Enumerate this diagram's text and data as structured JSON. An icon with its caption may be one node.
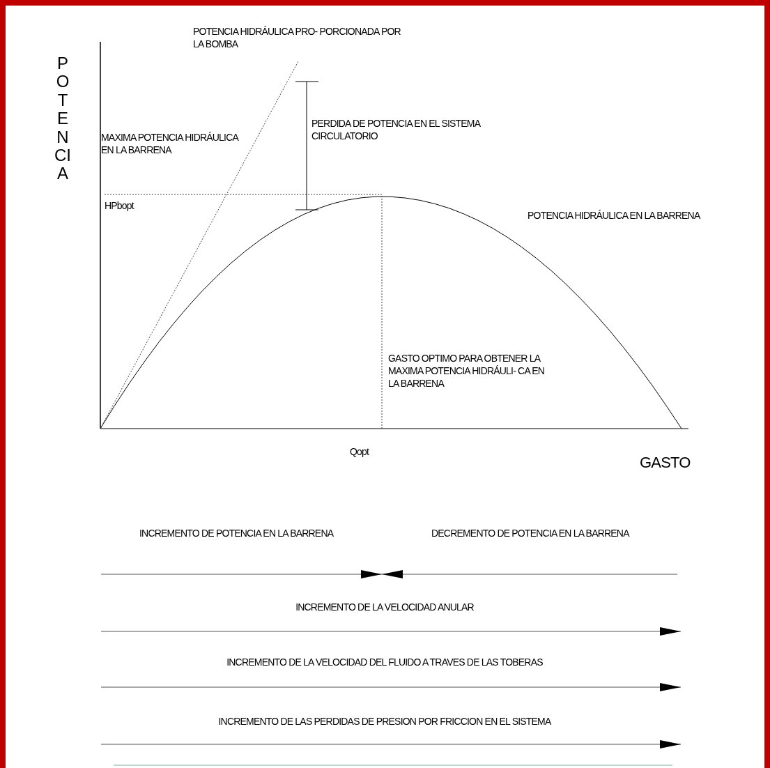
{
  "diagram": {
    "labels": [
      "POTENCIA",
      "POTENCIA HIDRÁULICA PRO- PORCIONADA POR LA BOMBA",
      "PERDIDA DE POTENCIA EN EL SISTEMA CIRCULATORIO",
      "MAXIMA POTENCIA HIDRÁULICA EN LA BARRENA",
      "HPbopt",
      "POTENCIA HIDRÁULICA EN LA BARRENA",
      "GASTO OPTIMO PARA OBTENER LA MAXIMA POTENCIA HIDRÁULI- CA EN LA BARRENA",
      "Qopt",
      "GASTO",
      "INCREMENTO DE POTENCIA EN LA BARRENA",
      "DECREMENTO DE POTENCIA EN LA BARRENA",
      "INCREMENTO DE LA VELOCIDAD ANULAR",
      "INCREMENTO DE LA VELOCIDAD DEL FLUIDO A TRAVES DE LAS TOBERAS",
      "INCREMENTO DE LAS PERDIDAS DE PRESION POR FRICCION EN EL SISTEMA"
    ]
  }
}
